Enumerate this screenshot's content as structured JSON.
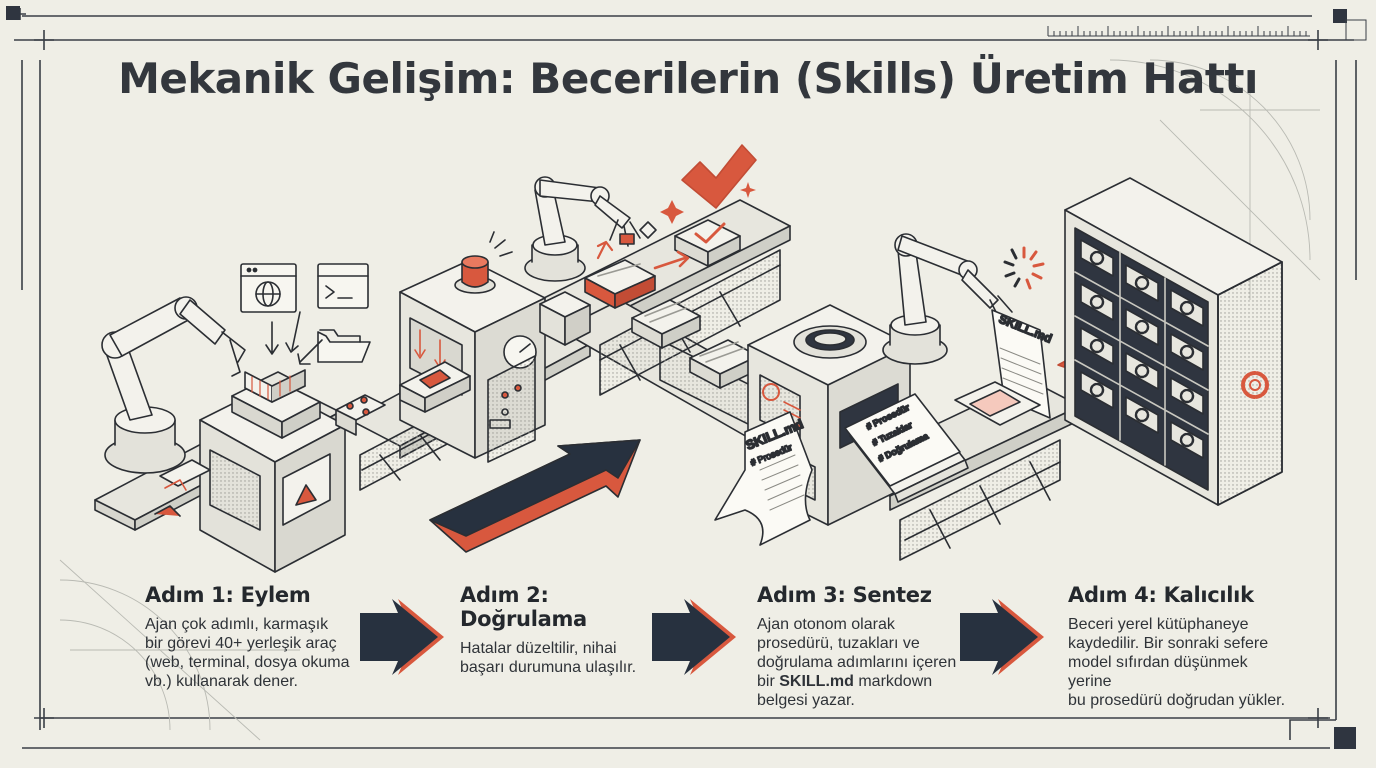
{
  "title": "Mekanik Gelişim: Becerilerin (Skills) Üretim Hattı",
  "colors": {
    "background": "#efeee6",
    "ink": "#2b2e33",
    "navy": "#27313f",
    "accent": "#d8583e"
  },
  "scene_labels": {
    "skill_doc_a": "SKILL.md",
    "skill_doc_a_sub": "# Prosedür",
    "doc_line_1": "# Prosedür",
    "doc_line_2": "# Tuzaklar",
    "doc_line_3": "# Doğrulama",
    "skill_doc_b": "SKILL.md",
    "terminal_prompt": ">_"
  },
  "steps": [
    {
      "title": "Adım 1: Eylem",
      "lines": [
        "Ajan çok adımlı, karmaşık",
        "bir görevi 40+ yerleşik araç",
        "(web, terminal, dosya okuma",
        "vb.) kullanarak dener."
      ]
    },
    {
      "title": "Adım 2: Doğrulama",
      "lines": [
        "Hatalar düzeltilir, nihai",
        "başarı durumuna ulaşılır."
      ]
    },
    {
      "title": "Adım 3: Sentez",
      "lines": [
        "Ajan otonom olarak",
        "prosedürü, tuzakları ve",
        "doğrulama adımlarını içeren"
      ],
      "last_pre": "bir ",
      "last_bold": "SKILL.md",
      "last_post": " markdown",
      "last_line": "belgesi yazar."
    },
    {
      "title": "Adım 4: Kalıcılık",
      "lines": [
        "Beceri yerel kütüphaneye",
        "kaydedilir. Bir sonraki sefere",
        "model sıfırdan düşünmek yerine",
        "bu prosedürü doğrudan yükler."
      ]
    }
  ],
  "icons": [
    "browser-globe-icon",
    "terminal-icon",
    "folder-icon",
    "checkmark-icon",
    "warning-icon",
    "gear-icon",
    "loading-spinner-icon"
  ]
}
